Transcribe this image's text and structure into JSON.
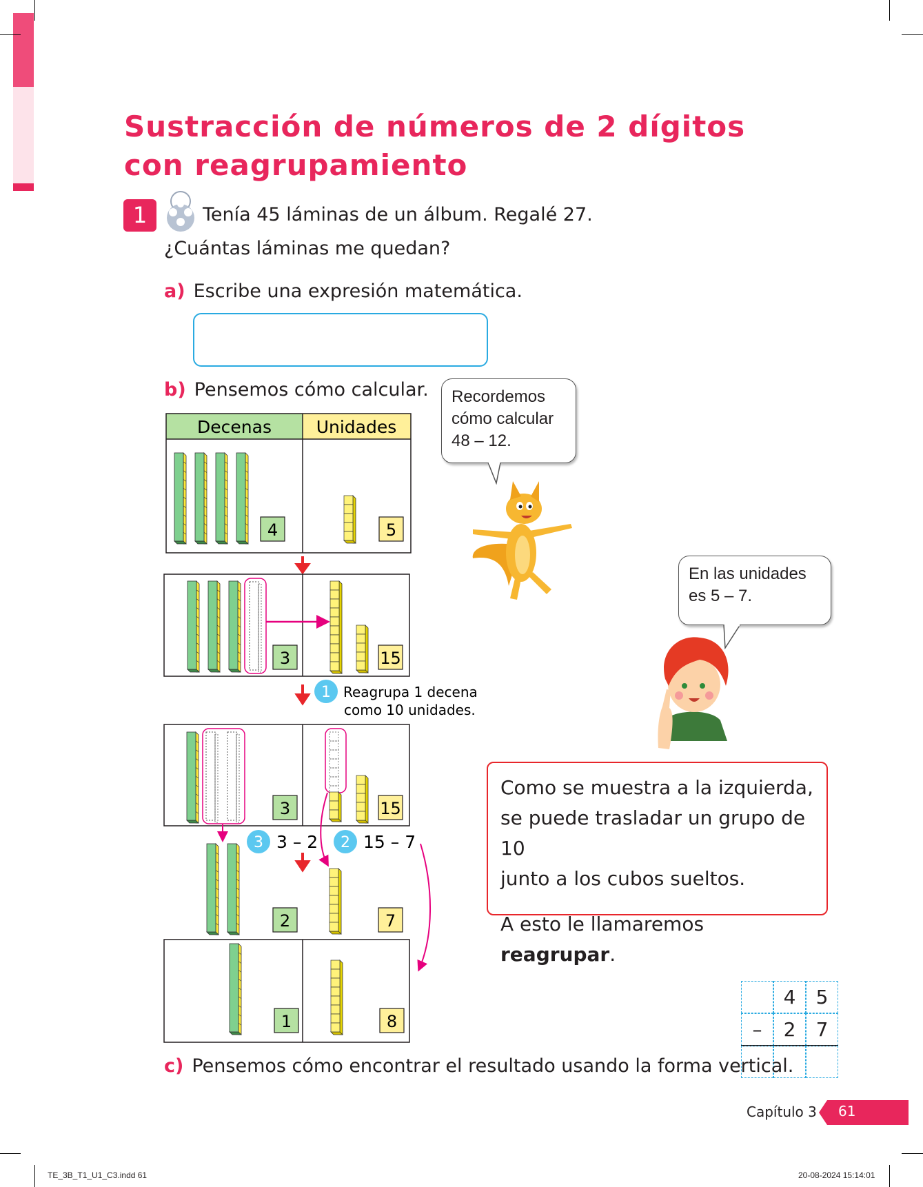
{
  "title": {
    "line1": "Sustracción de números de 2 dígitos",
    "line2": "con reagrupamiento"
  },
  "problem": {
    "number": "1",
    "line1": "Tenía 45 láminas de un álbum. Regalé 27.",
    "line2": "¿Cuántas láminas me quedan?",
    "icon": "group-work-icon"
  },
  "part_a": {
    "label": "a)",
    "text": "Escribe una expresión matemática.",
    "input_value": ""
  },
  "part_b": {
    "label": "b)",
    "text": "Pensemos cómo calcular."
  },
  "part_c": {
    "label": "c)",
    "text": "Pensemos cómo encontrar el resultado usando la forma vertical."
  },
  "table": {
    "headers": [
      "Decenas",
      "Unidades"
    ],
    "step1": {
      "tens": "4",
      "units": "5"
    },
    "step2": {
      "tens": "3",
      "units": "15"
    },
    "note1": {
      "num": "1",
      "line1": "Reagrupa 1 decena",
      "line2": "como 10 unidades."
    },
    "step3": {
      "tens": "3",
      "units": "15"
    },
    "op3": {
      "num": "3",
      "text": "3 – 2"
    },
    "op2": {
      "num": "2",
      "text": "15 – 7"
    },
    "step4": {
      "tens": "2",
      "units": "7"
    },
    "result": {
      "tens": "1",
      "units": "8"
    }
  },
  "bubble_fox": {
    "line1": "Recordemos",
    "line2": "cómo calcular",
    "line3": "48 – 12."
  },
  "bubble_boy": {
    "line1": "En las unidades",
    "line2": "es 5 – 7."
  },
  "info_box": {
    "line1": "Como se muestra a la izquierda,",
    "line2": "se puede trasladar un grupo de 10",
    "line3": "junto a los cubos sueltos.",
    "line4_pre": "A esto le llamaremos ",
    "line4_bold": "reagrupar",
    "line4_post": "."
  },
  "vertical": {
    "row1": [
      "",
      "4",
      "5"
    ],
    "row2": [
      "–",
      "2",
      "7"
    ],
    "row3": [
      "",
      "",
      ""
    ]
  },
  "footer": {
    "chapter": "Capítulo 3",
    "page": "61",
    "slug_left": "TE_3B_T1_U1_C3.indd   61",
    "slug_right": "20-08-2024   15:14:01"
  },
  "colors": {
    "accent": "#e8265c",
    "green": "#b5e1a2",
    "yellow": "#fff09a",
    "blue": "#29aae1",
    "circle": "#5bc8f0"
  }
}
